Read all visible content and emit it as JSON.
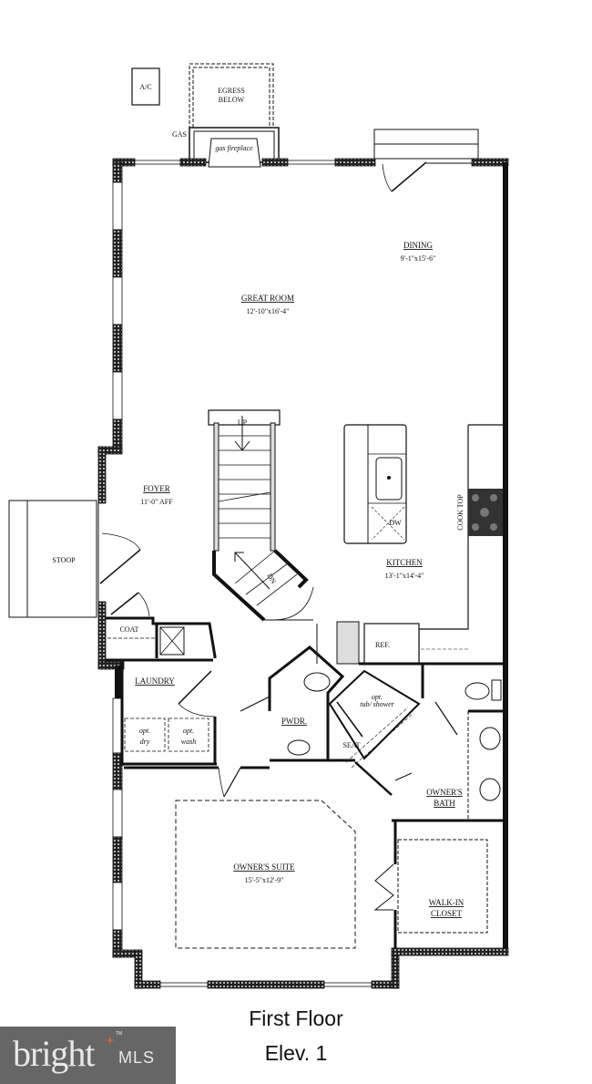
{
  "plan": {
    "title": "First Floor",
    "subtitle": "Elev. 1",
    "rooms": [
      {
        "id": "great-room",
        "name": "GREAT ROOM",
        "dims": "12'-10\"x16'-4\""
      },
      {
        "id": "dining",
        "name": "DINING",
        "dims": "9'-1\"x15'-6\""
      },
      {
        "id": "foyer",
        "name": "FOYER",
        "dims": "11'-0\" AFF"
      },
      {
        "id": "kitchen",
        "name": "KITCHEN",
        "dims": "13'-1\"x14'-4\""
      },
      {
        "id": "laundry",
        "name": "LAUNDRY",
        "dims": ""
      },
      {
        "id": "owners-suite",
        "name": "OWNER'S SUITE",
        "dims": "15'-5\"x12'-9\""
      },
      {
        "id": "owners-bath",
        "name": "OWNER'S",
        "name2": "BATH",
        "dims": ""
      },
      {
        "id": "walk-in-closet",
        "name": "WALK-IN",
        "name2": "CLOSET",
        "dims": ""
      },
      {
        "id": "powder",
        "name": "PWDR.",
        "dims": ""
      },
      {
        "id": "coat",
        "name": "COAT",
        "dims": ""
      }
    ],
    "annotations": {
      "ac": "A/C",
      "egress_1": "EGRESS",
      "egress_2": "BELOW",
      "gas": "GAS",
      "fireplace": "gas fireplace",
      "stoop": "STOOP",
      "cooktop": "COOK TOP",
      "ref": "REF.",
      "dw": "DW",
      "tub_1": "opt.",
      "tub_2": "tub/ shower",
      "seat": "SEAT",
      "dry_1": "opt.",
      "dry_2": "dry",
      "wash_1": "opt.",
      "wash_2": "wash",
      "stair_up": "UP",
      "stair_dn": "DN"
    }
  },
  "watermark": {
    "brand": "bright",
    "suffix": "MLS",
    "tm": "TM",
    "bg_color": "#666666",
    "accent_color": "#d9623b"
  },
  "colors": {
    "wall": "#111111",
    "background": "#ffffff"
  }
}
